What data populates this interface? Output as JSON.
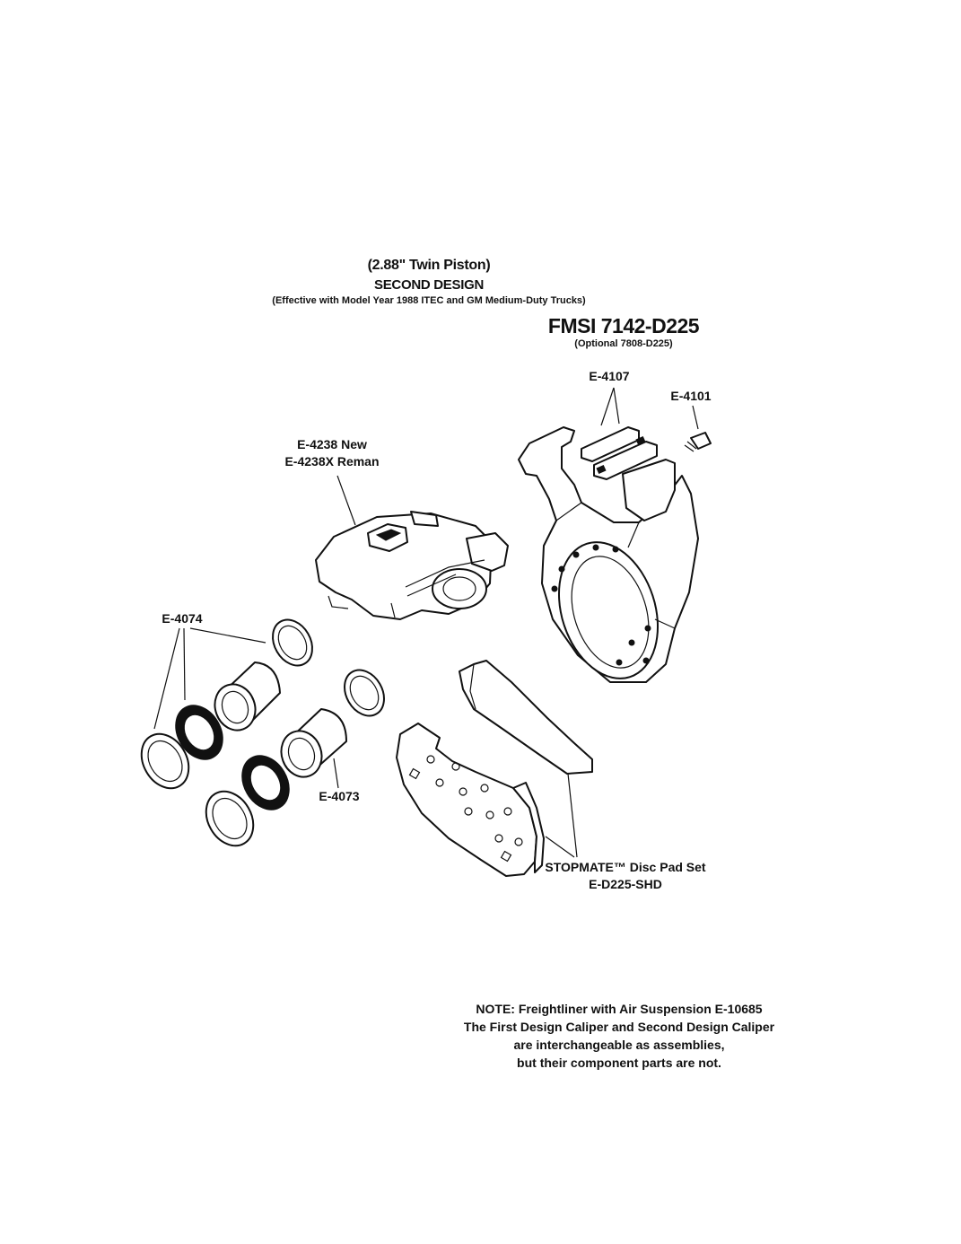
{
  "header": {
    "piston": "(2.88\" Twin Piston)",
    "design": "SECOND DESIGN",
    "effective": "(Effective with Model Year 1988 ITEC and GM Medium-Duty Trucks)",
    "fmsi": "FMSI 7142-D225",
    "fmsi_optional": "(Optional 7808-D225)"
  },
  "labels": {
    "e4107": "E-4107",
    "e4101": "E-4101",
    "caliper_new": "E-4238 New",
    "caliper_reman": "E-4238X Reman",
    "e4074": "E-4074",
    "e4073": "E-4073",
    "pad_set": "STOPMATE™ Disc Pad Set",
    "pad_part": "E-D225-SHD"
  },
  "note": {
    "line1": "NOTE: Freightliner with Air Suspension E-10685",
    "line2": "The First Design Caliper and Second Design Caliper",
    "line3": "are interchangeable as assemblies,",
    "line4": "but their component parts are not."
  }
}
